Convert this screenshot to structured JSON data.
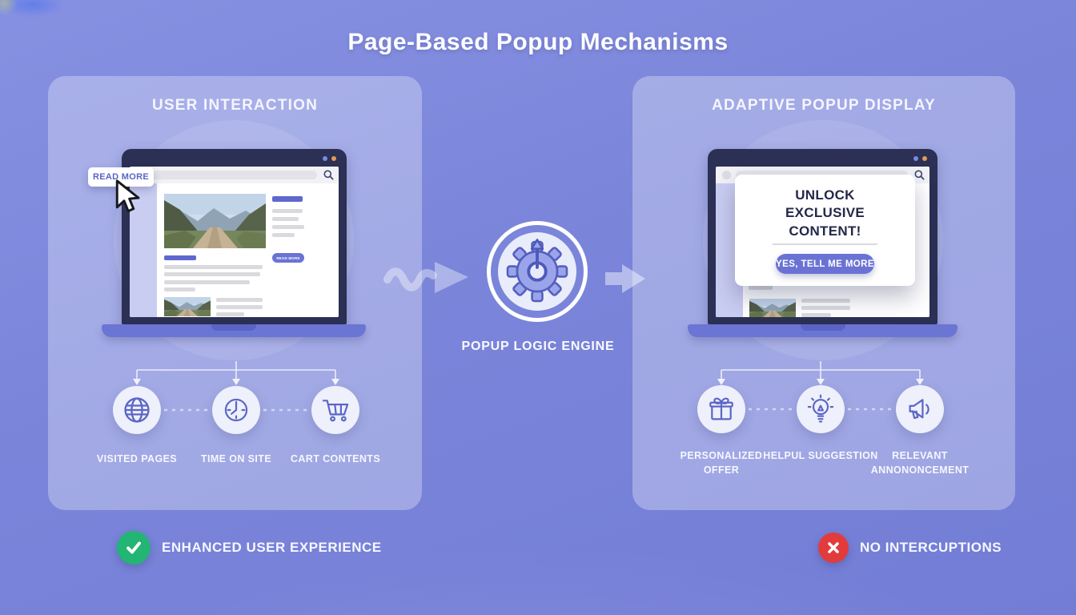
{
  "title": "Page-Based Popup Mechanisms",
  "left_panel": {
    "heading": "USER INTERACTION",
    "browser": {
      "read_more_button": "READ MORE",
      "inline_button": "READ MORE"
    },
    "factors": [
      {
        "icon": "globe-icon",
        "label": "VISITED PAGES"
      },
      {
        "icon": "clock-icon",
        "label": "TIME ON SITE"
      },
      {
        "icon": "cart-icon",
        "label": "CART CONTENTS"
      }
    ]
  },
  "engine": {
    "icon": "gear-arrow-icon",
    "label": "POPUP LOGIC ENGINE"
  },
  "right_panel": {
    "heading": "ADAPTIVE POPUP DISPLAY",
    "popup": {
      "title": "UNLOCK EXCLUSIVE CONTENT!",
      "button_label": "YES, TELL ME MORE"
    },
    "outcomes": [
      {
        "icon": "gift-icon",
        "label": "PERSONALIZED OFFER"
      },
      {
        "icon": "lightbulb-icon",
        "label": "HELPUL SUGGESTION"
      },
      {
        "icon": "megaphone-icon",
        "label": "RELEVANT ANNONONCEMENT"
      }
    ]
  },
  "footer": {
    "positive_label": "ENHANCED USER EXPERIENCE",
    "negative_label": "NO INTERCUPTIONS"
  },
  "colors": {
    "background": "#7b85da",
    "panel": "#aab1e8",
    "accent_purple": "#5f68ce",
    "button_purple": "#6a73d4",
    "laptop_frame": "#2b3054",
    "success_green": "#22b573",
    "error_red": "#e23b3b"
  }
}
